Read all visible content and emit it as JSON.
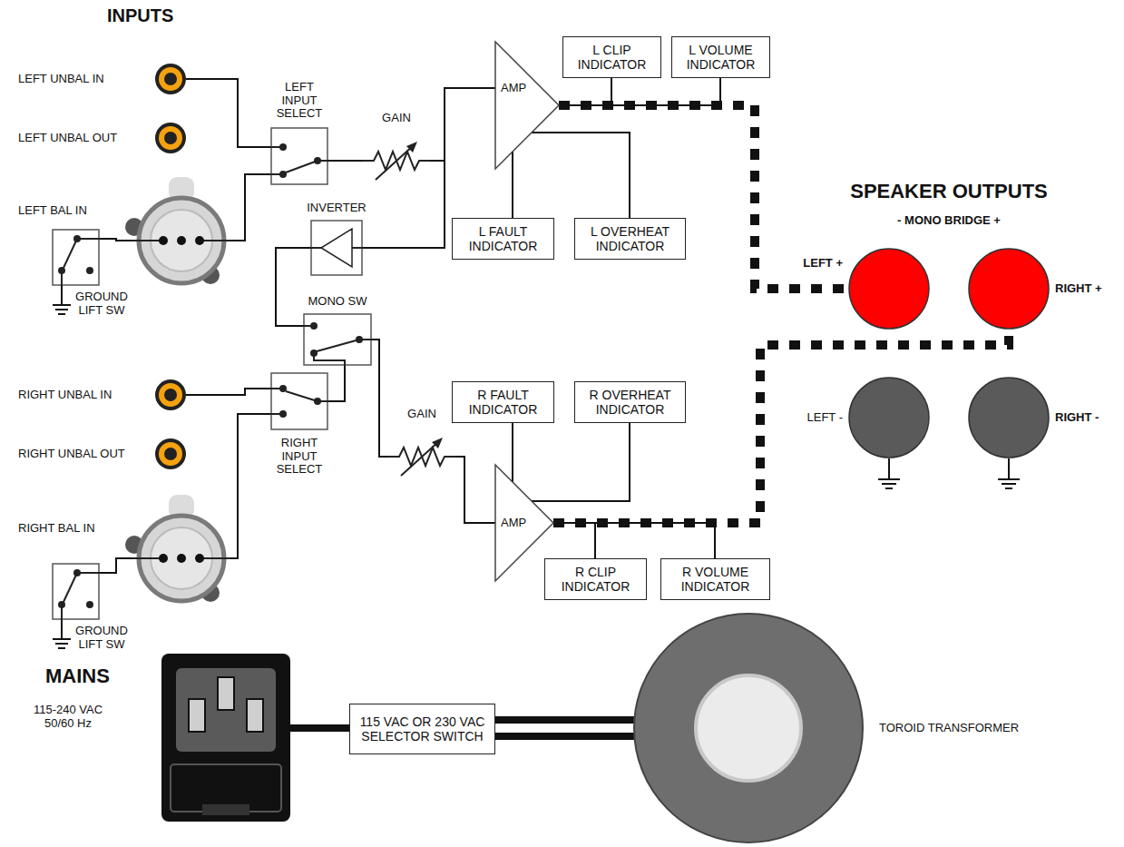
{
  "diagram": {
    "nodes": [
      {
        "text": [
          "LEFT UNBAL IN"
        ]
      },
      {
        "text": [
          "LEFT UNBAL OUT"
        ]
      },
      {
        "text": [
          "LEFT BAL IN"
        ]
      },
      {
        "text": [
          "GROUND LIFT SW"
        ]
      },
      {
        "text": [
          "LEFT INPUT SELECT"
        ]
      },
      {
        "text": [
          "GAIN"
        ]
      },
      {
        "text": [
          "AMP"
        ]
      },
      {
        "text": [
          "L CLIP INDICATOR"
        ]
      },
      {
        "text": [
          "L VOLUME INDICATOR"
        ]
      },
      {
        "text": [
          "L FAULT INDICATOR"
        ]
      },
      {
        "text": [
          "L OVERHEAT INDICATOR"
        ]
      },
      {
        "text": [
          "INVERTER"
        ]
      },
      {
        "text": [
          "MONO SW"
        ]
      },
      {
        "text": [
          "RIGHT UNBAL IN"
        ]
      },
      {
        "text": [
          "RIGHT UNBAL OUT"
        ]
      },
      {
        "text": [
          "RIGHT BAL IN"
        ]
      },
      {
        "text": [
          "GROUND LIFT SW"
        ]
      },
      {
        "text": [
          "RIGHT INPUT SELECT"
        ]
      },
      {
        "text": [
          "GAIN"
        ]
      },
      {
        "text": [
          "R FAULT INDICATOR"
        ]
      },
      {
        "text": [
          "R OVERHEAT INDICATOR"
        ]
      },
      {
        "text": [
          "AMP"
        ]
      },
      {
        "text": [
          "R CLIP INDICATOR"
        ]
      },
      {
        "text": [
          "R VOLUME INDICATOR"
        ]
      },
      {
        "text": [
          "LEFT +"
        ]
      },
      {
        "text": [
          "RIGHT +"
        ]
      },
      {
        "text": [
          "LEFT -"
        ]
      },
      {
        "text": [
          "RIGHT -"
        ]
      },
      {
        "text": [
          "115-240 VAC 50/60 Hz"
        ]
      },
      {
        "text": [
          "115 VAC OR 230 VAC SELECTOR SWITCH"
        ]
      },
      {
        "text": [
          "TOROID TRANSFORMER"
        ]
      }
    ],
    "edges": [
      {
        "from": 0,
        "to": 4,
        "arrow": "none"
      },
      {
        "from": 2,
        "to": 4,
        "arrow": "none"
      },
      {
        "from": 3,
        "to": 2,
        "arrow": "none"
      },
      {
        "from": 4,
        "to": 5,
        "arrow": "none"
      },
      {
        "from": 5,
        "to": 6,
        "arrow": "none"
      },
      {
        "from": 5,
        "to": 11,
        "arrow": "none"
      },
      {
        "from": 11,
        "to": 12,
        "arrow": "none"
      },
      {
        "from": 13,
        "to": 17,
        "arrow": "none"
      },
      {
        "from": 15,
        "to": 17,
        "arrow": "none"
      },
      {
        "from": 16,
        "to": 15,
        "arrow": "none"
      },
      {
        "from": 17,
        "to": 12,
        "arrow": "none"
      },
      {
        "from": 12,
        "to": 18,
        "arrow": "none"
      },
      {
        "from": 6,
        "to": 7,
        "arrow": "none"
      },
      {
        "from": 6,
        "to": 8,
        "arrow": "none"
      },
      {
        "from": 6,
        "to": 9,
        "arrow": "none"
      },
      {
        "from": 6,
        "to": 10,
        "arrow": "none"
      },
      {
        "from": 6,
        "to": 24,
        "arrow": "none"
      },
      {
        "from": 18,
        "to": 21,
        "arrow": "none"
      },
      {
        "from": 21,
        "to": 19,
        "arrow": "none"
      },
      {
        "from": 21,
        "to": 20,
        "arrow": "none"
      },
      {
        "from": 21,
        "to": 22,
        "arrow": "none"
      },
      {
        "from": 21,
        "to": 23,
        "arrow": "none"
      },
      {
        "from": 21,
        "to": 25,
        "arrow": "none"
      },
      {
        "from": 28,
        "to": 29,
        "arrow": "none"
      },
      {
        "from": 29,
        "to": 30,
        "arrow": "none"
      }
    ],
    "labels": [
      "INPUTS",
      "SPEAKER OUTPUTS",
      "- MONO BRIDGE +",
      "MAINS"
    ]
  }
}
